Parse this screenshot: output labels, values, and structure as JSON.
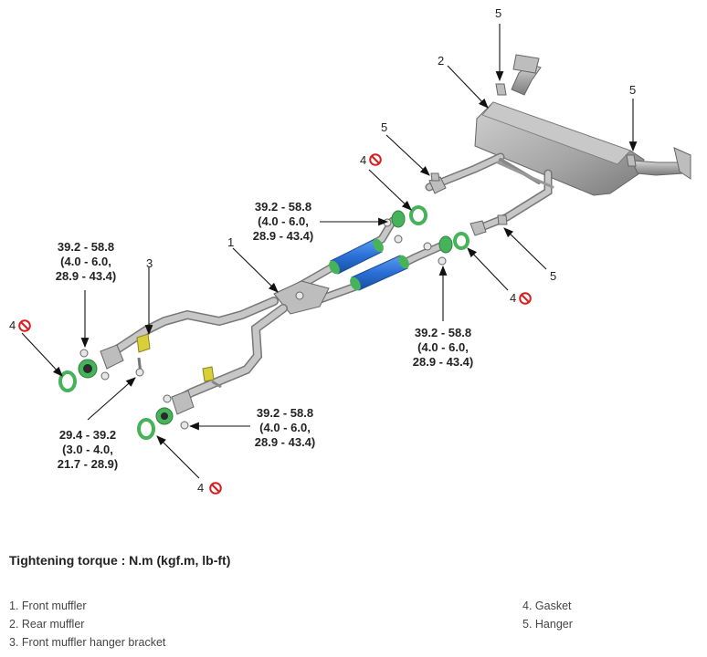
{
  "torque_labels": {
    "front_left": [
      "39.2 - 58.8",
      "(4.0 - 6.0,",
      "28.9 - 43.4)"
    ],
    "center_top": [
      "39.2 - 58.8",
      "(4.0 - 6.0,",
      "28.9 - 43.4)"
    ],
    "right_mid": [
      "39.2 - 58.8",
      "(4.0 - 6.0,",
      "28.9 - 43.4)"
    ],
    "bottom_mid": [
      "39.2 - 58.8",
      "(4.0 - 6.0,",
      "28.9 - 43.4)"
    ],
    "hanger_bolt": [
      "29.4 - 39.2",
      "(3.0 - 4.0,",
      "21.7 - 28.9)"
    ]
  },
  "callouts": {
    "c1": "1",
    "c2": "2",
    "c3": "3",
    "c4a": "4",
    "c4b": "4",
    "c4c": "4",
    "c4d": "4",
    "c5a": "5",
    "c5b": "5",
    "c5c": "5",
    "c5d": "5"
  },
  "title": "Tightening torque : N.m (kgf.m, lb-ft)",
  "legend_left": [
    "1. Front muffler",
    "2. Rear muffler",
    "3. Front muffler hanger bracket"
  ],
  "legend_right": [
    "4. Gasket",
    "5. Hanger"
  ],
  "colors": {
    "pipe": "#a9a9a9",
    "muffler": "#b5b5b5",
    "resonator": "#2a6fd6",
    "gasket": "#46b35a",
    "hanger": "#d8cf3a",
    "no_reuse": "#d81e1e"
  }
}
